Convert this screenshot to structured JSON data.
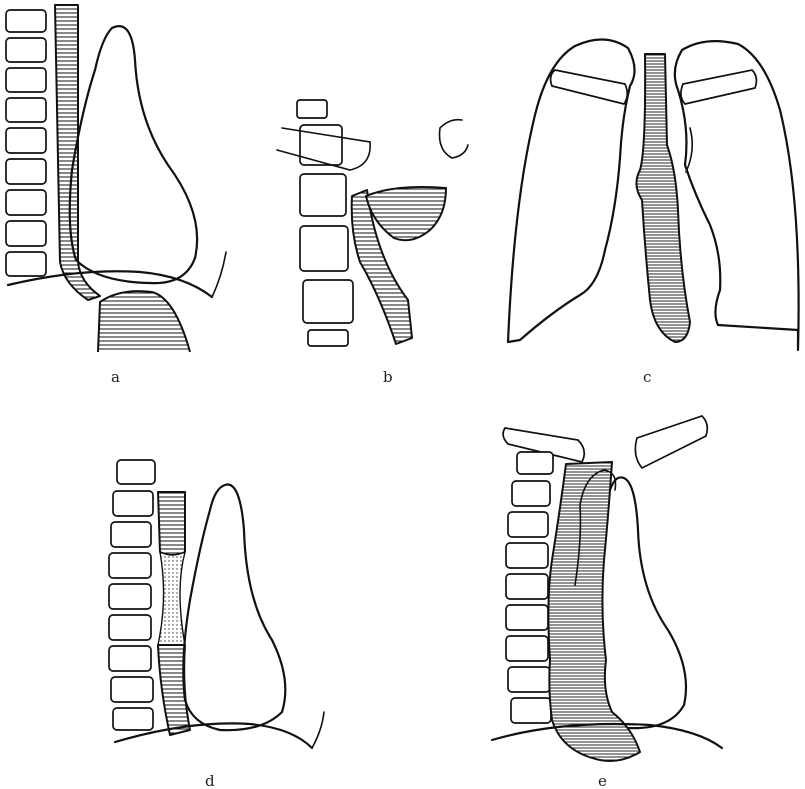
{
  "panels": [
    {
      "id": "a",
      "label": "a"
    },
    {
      "id": "b",
      "label": "b"
    },
    {
      "id": "c",
      "label": "c"
    },
    {
      "id": "d",
      "label": "d"
    },
    {
      "id": "e",
      "label": "e"
    }
  ]
}
